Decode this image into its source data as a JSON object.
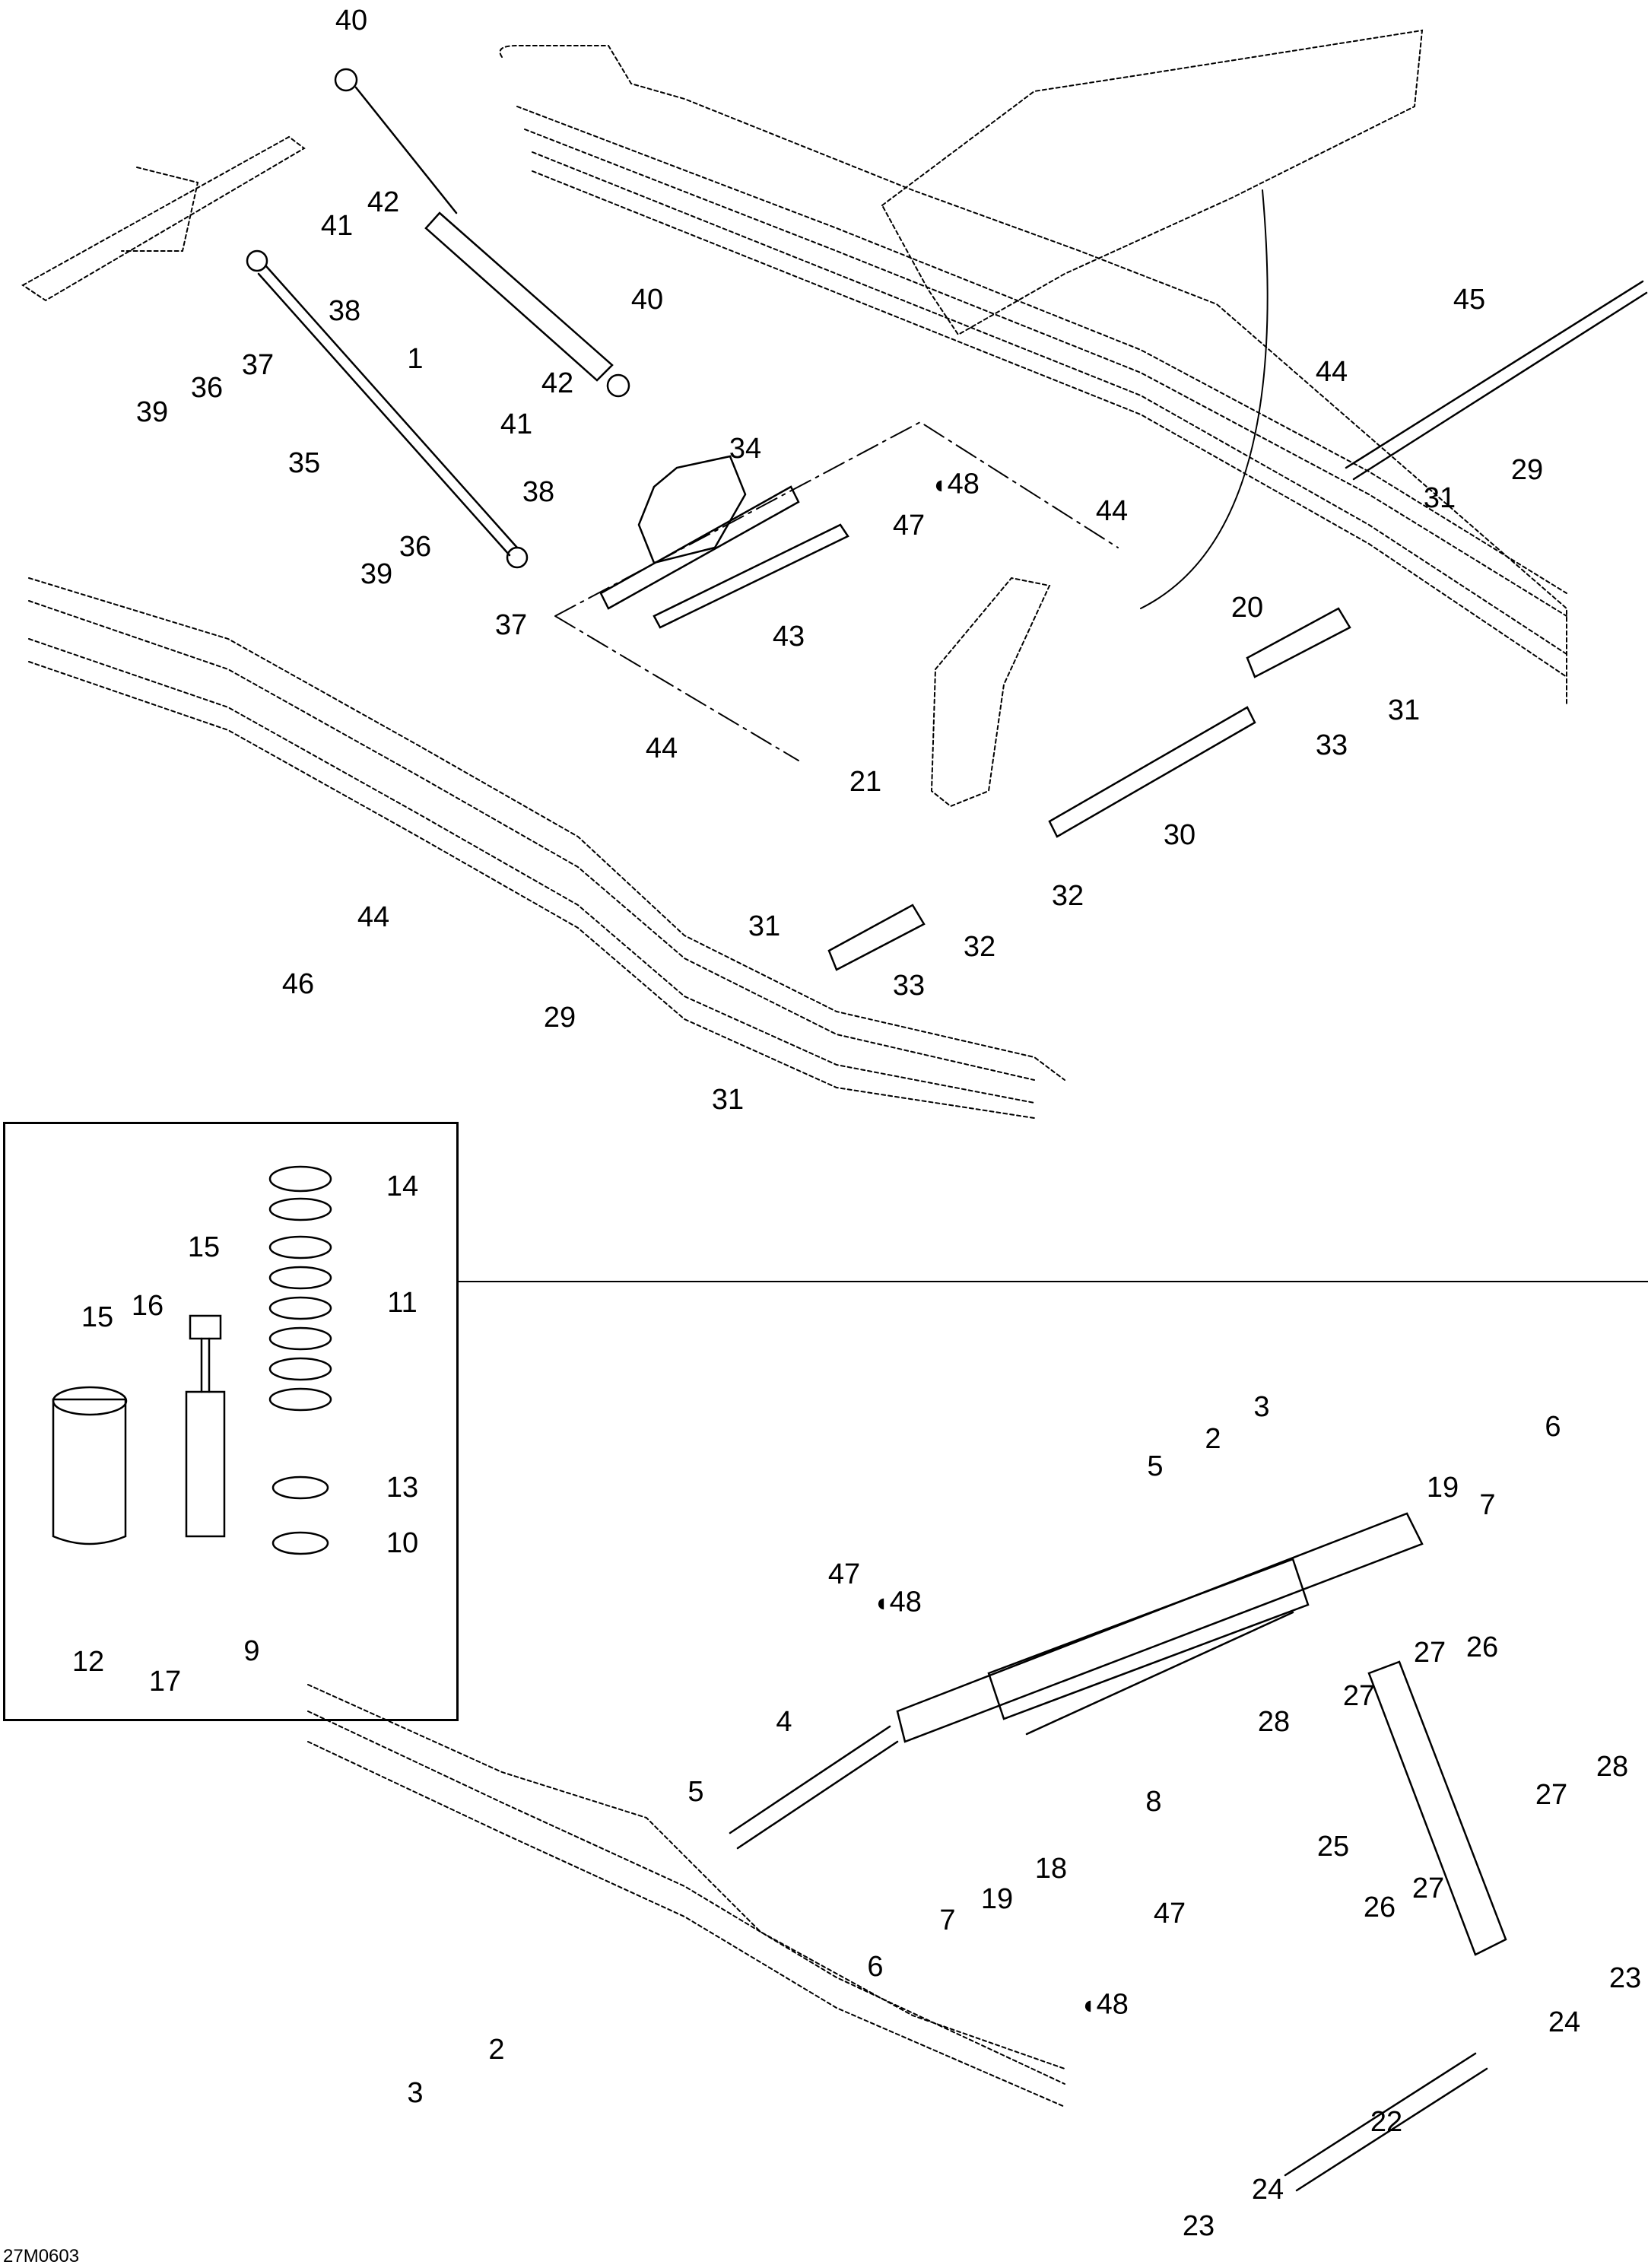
{
  "diagram": {
    "type": "exploded-parts-diagram",
    "drawing_code": "27M0603",
    "lubricant_symbol": "oil-drop-icon",
    "colors": {
      "ink": "#000000",
      "background": "#ffffff"
    }
  },
  "callouts": {
    "top": [
      {
        "id": "t1",
        "text": "40"
      },
      {
        "id": "t2",
        "text": "42"
      },
      {
        "id": "t3",
        "text": "41"
      },
      {
        "id": "t4",
        "text": "38"
      },
      {
        "id": "t5",
        "text": "1"
      },
      {
        "id": "t6",
        "text": "37"
      },
      {
        "id": "t7",
        "text": "36"
      },
      {
        "id": "t8",
        "text": "39"
      },
      {
        "id": "t9",
        "text": "40"
      },
      {
        "id": "t10",
        "text": "41"
      },
      {
        "id": "t11",
        "text": "42"
      },
      {
        "id": "t12",
        "text": "35"
      },
      {
        "id": "t13",
        "text": "34"
      },
      {
        "id": "t14",
        "text": "48",
        "lube": true
      },
      {
        "id": "t15",
        "text": "47"
      },
      {
        "id": "t16",
        "text": "38"
      },
      {
        "id": "t17",
        "text": "36"
      },
      {
        "id": "t18",
        "text": "39"
      },
      {
        "id": "t19",
        "text": "37"
      },
      {
        "id": "t20",
        "text": "43"
      },
      {
        "id": "t21",
        "text": "45"
      },
      {
        "id": "t22",
        "text": "44"
      },
      {
        "id": "t23",
        "text": "29"
      },
      {
        "id": "t24",
        "text": "31"
      },
      {
        "id": "t25",
        "text": "44"
      },
      {
        "id": "t26",
        "text": "20"
      },
      {
        "id": "t27",
        "text": "31"
      },
      {
        "id": "t28",
        "text": "33"
      },
      {
        "id": "t29",
        "text": "21"
      },
      {
        "id": "t30",
        "text": "44"
      },
      {
        "id": "t31",
        "text": "30"
      },
      {
        "id": "t32",
        "text": "32"
      },
      {
        "id": "t33",
        "text": "31"
      },
      {
        "id": "t34",
        "text": "32"
      },
      {
        "id": "t35",
        "text": "33"
      },
      {
        "id": "t36",
        "text": "44"
      },
      {
        "id": "t37",
        "text": "46"
      },
      {
        "id": "t38",
        "text": "29"
      },
      {
        "id": "t39",
        "text": "31"
      }
    ],
    "inset": [
      {
        "id": "i1",
        "text": "14"
      },
      {
        "id": "i2",
        "text": "15"
      },
      {
        "id": "i3",
        "text": "11"
      },
      {
        "id": "i4",
        "text": "16"
      },
      {
        "id": "i5",
        "text": "15"
      },
      {
        "id": "i6",
        "text": "13"
      },
      {
        "id": "i7",
        "text": "10"
      },
      {
        "id": "i8",
        "text": "12"
      },
      {
        "id": "i9",
        "text": "9"
      },
      {
        "id": "i10",
        "text": "17"
      }
    ],
    "bottom": [
      {
        "id": "b1",
        "text": "3"
      },
      {
        "id": "b2",
        "text": "6"
      },
      {
        "id": "b3",
        "text": "2"
      },
      {
        "id": "b4",
        "text": "5"
      },
      {
        "id": "b5",
        "text": "19"
      },
      {
        "id": "b6",
        "text": "7"
      },
      {
        "id": "b7",
        "text": "47"
      },
      {
        "id": "b8",
        "text": "48",
        "lube": true
      },
      {
        "id": "b9",
        "text": "26"
      },
      {
        "id": "b10",
        "text": "27"
      },
      {
        "id": "b11",
        "text": "4"
      },
      {
        "id": "b12",
        "text": "28"
      },
      {
        "id": "b13",
        "text": "27"
      },
      {
        "id": "b14",
        "text": "28"
      },
      {
        "id": "b15",
        "text": "27"
      },
      {
        "id": "b16",
        "text": "5"
      },
      {
        "id": "b17",
        "text": "8"
      },
      {
        "id": "b18",
        "text": "25"
      },
      {
        "id": "b19",
        "text": "18"
      },
      {
        "id": "b20",
        "text": "19"
      },
      {
        "id": "b21",
        "text": "7"
      },
      {
        "id": "b22",
        "text": "26"
      },
      {
        "id": "b23",
        "text": "27"
      },
      {
        "id": "b24",
        "text": "47"
      },
      {
        "id": "b25",
        "text": "6"
      },
      {
        "id": "b26",
        "text": "23"
      },
      {
        "id": "b27",
        "text": "48",
        "lube": true
      },
      {
        "id": "b28",
        "text": "2"
      },
      {
        "id": "b29",
        "text": "24"
      },
      {
        "id": "b30",
        "text": "3"
      },
      {
        "id": "b31",
        "text": "22"
      },
      {
        "id": "b32",
        "text": "24"
      },
      {
        "id": "b33",
        "text": "23"
      }
    ]
  }
}
